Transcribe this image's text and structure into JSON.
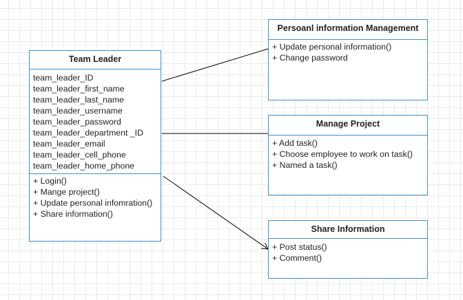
{
  "classes": {
    "team_leader": {
      "title": "Team Leader",
      "attributes": [
        "team_leader_ID",
        "team_leader_first_name",
        "team_leader_last_name",
        "team_leader_username",
        "team_leader_password",
        "team_leader_department _ID",
        "team_leader_email",
        "team_leader_cell_phone",
        "team_leader_home_phone"
      ],
      "methods": [
        "+ Login()",
        "+ Mange project()",
        "+ Update personal infomration()",
        "+ Share information()"
      ]
    },
    "personal_info": {
      "title": "Persoanl information Management",
      "methods": [
        "+ Update personal information()",
        "+ Change password"
      ]
    },
    "manage_project": {
      "title": "Manage Project",
      "methods": [
        "+ Add task()",
        "+ Choose employee to work on task()",
        "+ Named a task()"
      ]
    },
    "share_information": {
      "title": "Share Information",
      "methods": [
        "+ Post status()",
        "+ Comment()"
      ]
    }
  },
  "colors": {
    "class_border": "#3b8fd1",
    "connector": "#000000"
  },
  "connectors": [
    {
      "from": "team_leader",
      "to": "personal_info",
      "arrowhead": "none"
    },
    {
      "from": "team_leader",
      "to": "manage_project",
      "arrowhead": "none"
    },
    {
      "from": "team_leader",
      "to": "share_information",
      "arrowhead": "open-arrow"
    }
  ]
}
